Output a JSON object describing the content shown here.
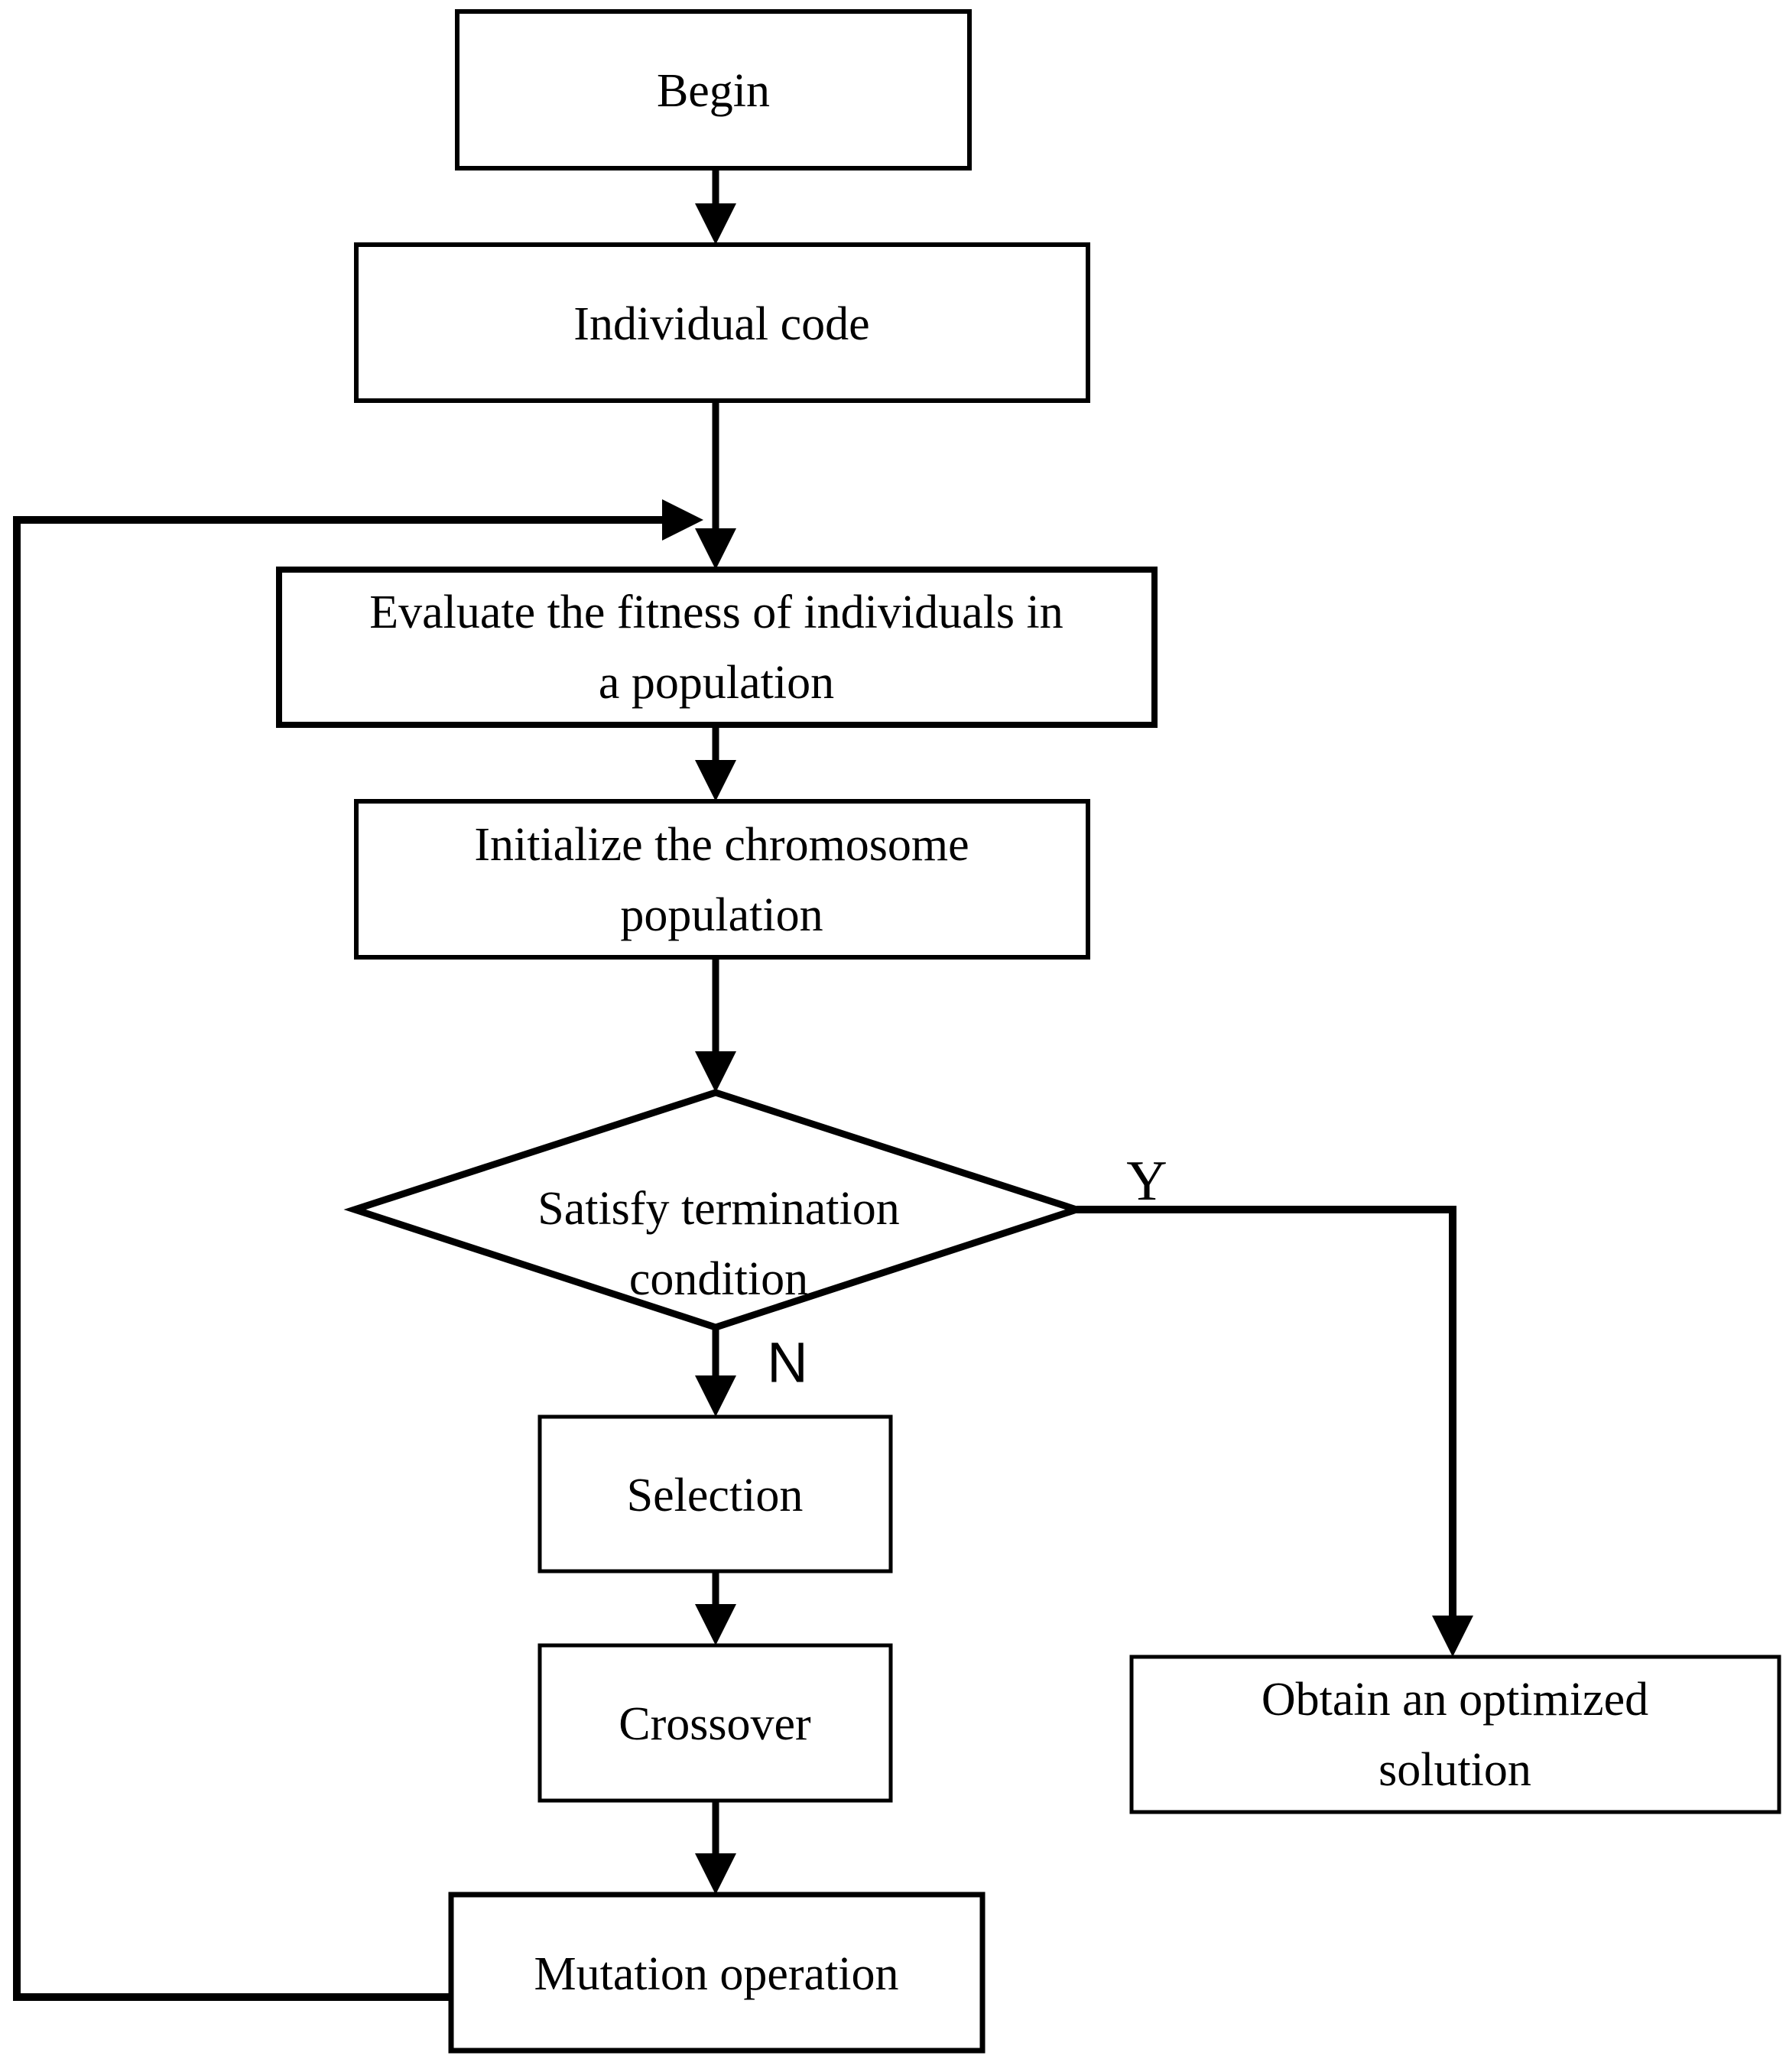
{
  "figure": {
    "type": "flowchart",
    "background_color": "#ffffff",
    "line_color": "#000000"
  },
  "nodes": {
    "begin": {
      "label": "Begin",
      "shape": "rectangle"
    },
    "individual_code": {
      "label": "Individual code",
      "shape": "rectangle"
    },
    "evaluate": {
      "line1": "Evaluate the fitness of individuals in",
      "line2": "a population",
      "shape": "rectangle"
    },
    "initialize": {
      "line1": "Initialize the chromosome",
      "line2": "population",
      "shape": "rectangle"
    },
    "decision": {
      "line1": "Satisfy termination",
      "line2": "condition",
      "shape": "diamond"
    },
    "selection": {
      "label": "Selection",
      "shape": "rectangle"
    },
    "crossover": {
      "label": "Crossover",
      "shape": "rectangle"
    },
    "mutation": {
      "label": "Mutation operation",
      "shape": "rectangle"
    },
    "obtain": {
      "line1": "Obtain an optimized",
      "line2": "solution",
      "shape": "rectangle"
    }
  },
  "edges": {
    "yes_label": "Y",
    "no_label": "N",
    "flow": [
      "begin -> individual_code",
      "individual_code -> evaluate",
      "evaluate -> initialize",
      "initialize -> decision",
      "decision -N-> selection",
      "decision -Y-> obtain",
      "selection -> crossover",
      "crossover -> mutation",
      "mutation -> evaluate (feedback loop)"
    ]
  }
}
